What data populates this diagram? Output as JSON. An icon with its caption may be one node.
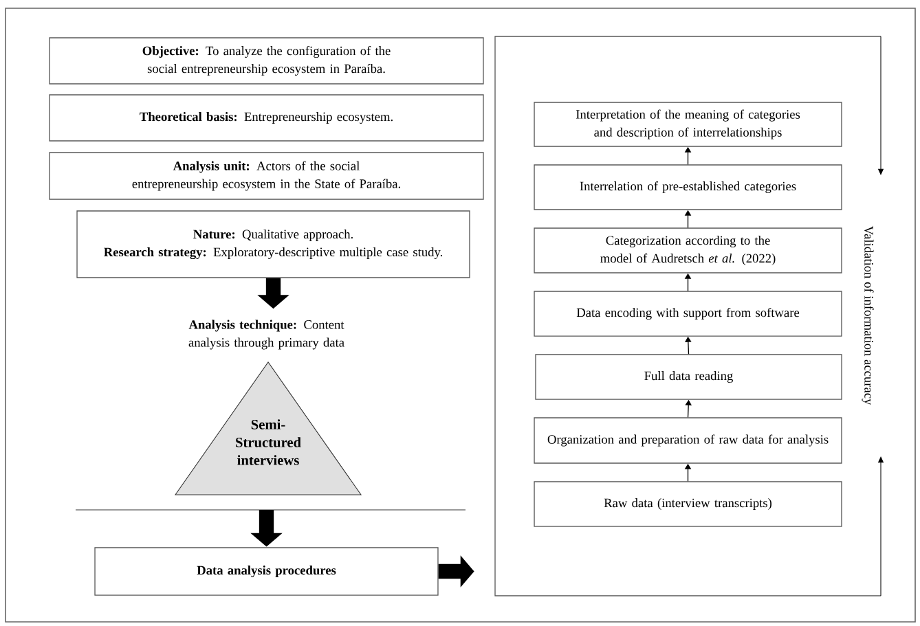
{
  "diagram": {
    "nodes": [
      {
        "text": [
          "**Objective:** To analyze the configuration of the social entrepreneurship ecosystem in Paraíba."
        ]
      },
      {
        "text": [
          "**Theoretical basis:** Entrepreneurship ecosystem."
        ]
      },
      {
        "text": [
          "**Analysis unit:** Actors of the social entrepreneurship ecosystem in the State of Paraíba."
        ]
      },
      {
        "text": [
          "**Nature:** Qualitative approach.",
          "**Research strategy:** Exploratory-descriptive multiple case study."
        ]
      },
      {
        "text": [
          "**Analysis technique:** Content analysis through primary data"
        ]
      },
      {
        "text": [
          "Semi-Structured interviews"
        ]
      },
      {
        "text": [
          "Data analysis procedures"
        ]
      },
      {
        "text": [],
        "shape": "box"
      },
      {
        "text": [
          "Interpretation of the meaning of categories and description of interrelationships"
        ],
        "in": 7
      },
      {
        "text": [
          "Interrelation of pre-established categories"
        ],
        "in": 7
      },
      {
        "text": [
          "Categorization according to the model of Audretsch *et al.* (2022)"
        ],
        "in": 7
      },
      {
        "text": [
          "Data encoding with support from software"
        ],
        "in": 7
      },
      {
        "text": [
          "Full data reading"
        ],
        "in": 7
      },
      {
        "text": [
          "Organization and preparation of raw data for analysis"
        ],
        "in": 7
      },
      {
        "text": [
          "Raw data (interview transcripts)"
        ],
        "in": 7
      }
    ],
    "edges": [
      {
        "from": 3,
        "to": 4,
        "arrow": "to",
        "style": "thick"
      },
      {
        "from": null,
        "to": 6,
        "arrow": "to",
        "style": "thick"
      },
      {
        "from": 6,
        "to": 7,
        "arrow": "to",
        "style": "thick"
      },
      {
        "from": 14,
        "to": 13,
        "arrow": "to"
      },
      {
        "from": 13,
        "to": 12,
        "arrow": "to"
      },
      {
        "from": 12,
        "to": 11,
        "arrow": "to"
      },
      {
        "from": 11,
        "to": 10,
        "arrow": "to"
      },
      {
        "from": 10,
        "to": 9,
        "arrow": "to"
      },
      {
        "from": 9,
        "to": 8,
        "arrow": "to"
      }
    ],
    "labels": [
      "Validation of information accuracy"
    ]
  }
}
